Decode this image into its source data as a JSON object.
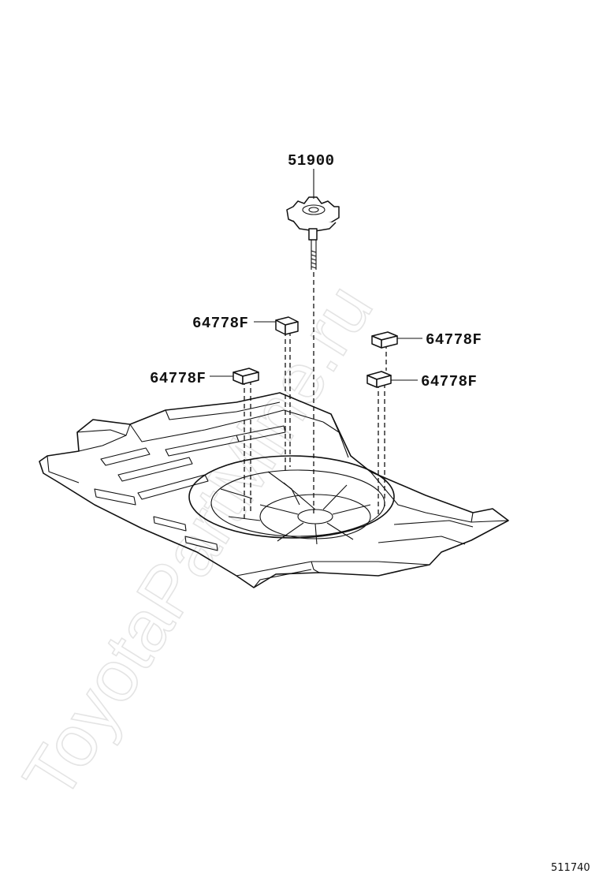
{
  "watermark": "ToyotaPartMine.ru",
  "callouts": {
    "jack_assembly": "51900",
    "spacer_upper_left": "64778F",
    "spacer_upper_right": "64778F",
    "spacer_lower_left": "64778F",
    "spacer_lower_right": "64778F"
  },
  "figure_number": "511740"
}
